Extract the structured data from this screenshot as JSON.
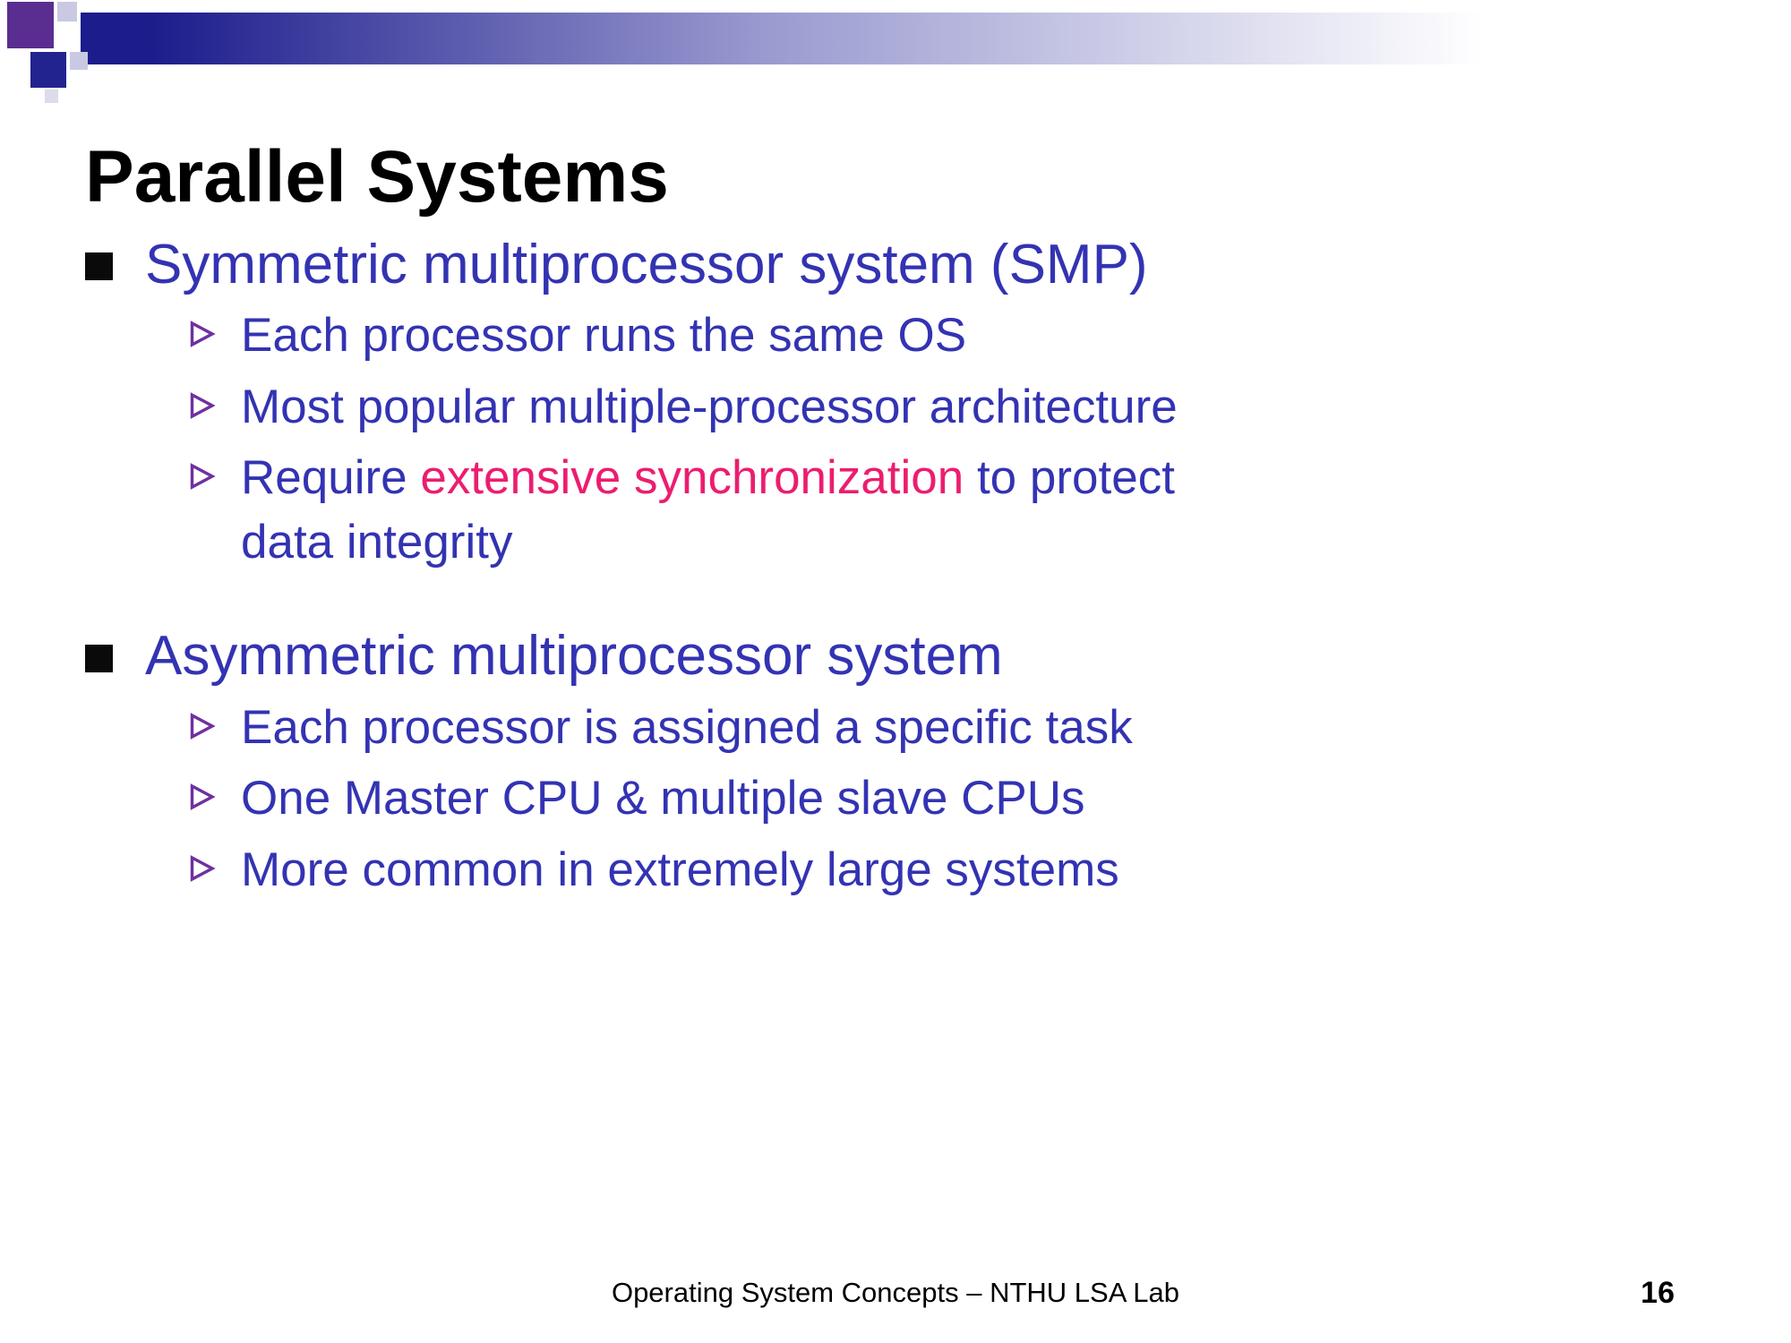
{
  "slide": {
    "title": "Parallel Systems",
    "footer": "Operating System Concepts – NTHU LSA Lab",
    "page_number": "16"
  },
  "colors": {
    "body-blue": "#3333b3",
    "arrow-purple": "#7030a0",
    "highlight-pink": "#ec1d6f",
    "banner-navy": "#1c1c8c",
    "square-purple": "#5a2d90",
    "square-navy": "#23238f",
    "square-light": "#c9c9e3"
  },
  "bullets": {
    "b1": {
      "title": "Symmetric multiprocessor system (SMP)",
      "sub1": "Each processor runs the same OS",
      "sub2": "Most popular multiple-processor architecture",
      "sub3_part1": "Require ",
      "sub3_highlight": "extensive synchronization",
      "sub3_part2": " to protect data integrity"
    },
    "b2": {
      "title": "Asymmetric multiprocessor system",
      "sub1": "Each processor is assigned a specific task",
      "sub2": "One Master CPU & multiple slave CPUs",
      "sub3": "More common in extremely large systems"
    }
  }
}
